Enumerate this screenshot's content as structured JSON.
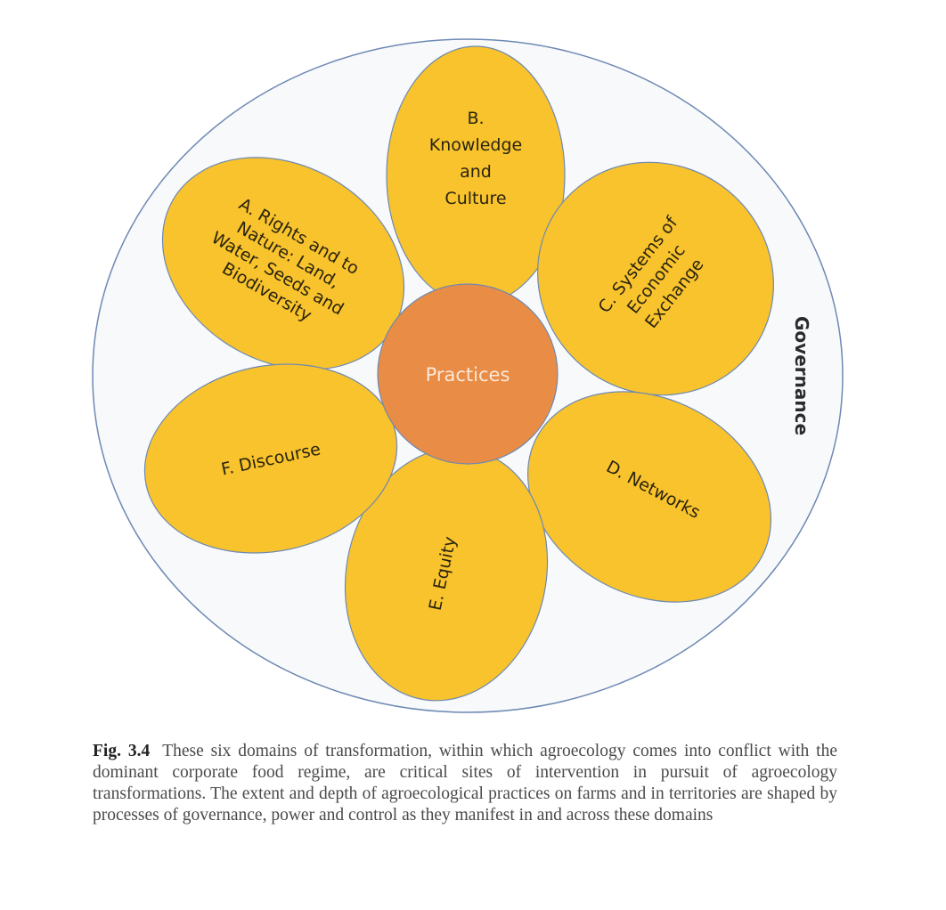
{
  "diagram": {
    "outer_label": "Governance",
    "center_label": "Practices",
    "petals": [
      {
        "id": "A",
        "lines": [
          "A. Rights and to",
          "Nature: Land,",
          "Water, Seeds and",
          "Biodiversity"
        ]
      },
      {
        "id": "B",
        "lines": [
          "B.",
          "Knowledge",
          "and",
          "Culture"
        ]
      },
      {
        "id": "C",
        "lines": [
          "C. Systems of",
          "Economic",
          "Exchange"
        ]
      },
      {
        "id": "D",
        "lines": [
          "D. Networks"
        ]
      },
      {
        "id": "E",
        "lines": [
          "E. Equity"
        ]
      },
      {
        "id": "F",
        "lines": [
          "F. Discourse"
        ]
      }
    ],
    "colors": {
      "outer_fill": "#f8f9fa",
      "outline": "#6d89b4",
      "petal_fill": "#f8c32c",
      "center_fill": "#e98c45"
    }
  },
  "caption": {
    "label": "Fig. 3.4",
    "text": "These six domains of transformation, within which agroecology comes into conflict with the dominant corporate food regime, are critical sites of intervention in pursuit of agroecology transformations. The extent and depth of agroecological practices on farms and in territories are shaped by processes of governance, power and control as they manifest in and across these domains"
  }
}
